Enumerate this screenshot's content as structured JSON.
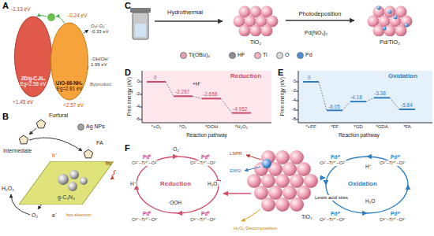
{
  "diagram": {
    "nodes": [
      {
        "text": [
          "2D/g-C₃N₄",
          "Eg=2.58 eV"
        ]
      },
      {
        "text": [
          "UiO-66-NH₂",
          "Eg=2.81 eV"
        ]
      },
      {
        "text": [
          "g-C₃N₄"
        ]
      },
      {
        "text": [
          "TiO₂"
        ]
      },
      {
        "text": [
          "Pd/TiO₂"
        ]
      }
    ],
    "edges": [
      {
        "from": 3,
        "to": 4,
        "label": "Photodeposition",
        "arrow": "to"
      }
    ],
    "labels": [
      "A",
      "-1.13 eV",
      "-0.24 eV",
      "O₂/·O₂⁻ -0.33 eV",
      "·OH/OH⁻ 1.99 eV",
      "Byproduct",
      "+1.45 eV",
      "+2.57 eV",
      "B",
      "Furfural",
      "Intermediate",
      "FA",
      "h⁺",
      "hν",
      "H₂O₂",
      "O₂",
      "e⁻",
      "hot electron",
      "C",
      "Hydrothermal",
      "Pd(NO₃)₂",
      "D",
      "Reduction",
      "Free energy (eV)",
      "0",
      "-2",
      "-4",
      "-6",
      "0",
      "-2.287",
      "-2.658",
      "-4.952",
      "+H⁺",
      "*+O₂",
      "*O₂",
      "*OOH",
      "*H₂O₂",
      "Reaction pathway",
      "E",
      "Oxidation",
      "Free energy (eV)",
      "0",
      "-2",
      "-4",
      "-6",
      "-8",
      "0",
      "-6.05",
      "-4.18",
      "-3.38",
      "-5.84",
      "*+FF",
      "*FF",
      "*GD",
      "*GDA",
      "*FA",
      "Reaction pathway",
      "F",
      "Reduction",
      "Oxidation",
      "·O₂⁻",
      "H⁺",
      "·OOH",
      "H₂O₂",
      "LSPR",
      "EMSI",
      "TiO₂",
      "H₂O₂ Decomposition",
      "Lewis acid sites",
      "H₂O",
      "H⁺",
      "Pd⁰",
      "O²⁻–Ti⁴⁺–O²⁻",
      "Pd⁰",
      "O²⁻–Ti⁴⁺–O²⁻",
      "Pd⁰",
      "O²⁻–Ti⁴⁺–O²⁻",
      "Pd⁰",
      "O²⁻–Ti⁴⁺–O²⁻",
      "Pd²⁺",
      "O²⁻–Ti⁴⁺–O²⁻",
      "Pd²⁺",
      "O²⁻–Ti⁴⁺–O²⁻",
      "Pd²⁺",
      "O²⁻–Ti⁴⁺–O²⁻",
      "Pd²⁺",
      "O²⁻–Ti⁴⁺–O²⁻"
    ],
    "legend": [
      {
        "text": "Ti(OBu)₄",
        "color": "#e8a0b4"
      },
      {
        "text": "HF",
        "color": "#8e8e8e"
      },
      {
        "text": "Ti",
        "color": "#f4b6c2"
      },
      {
        "text": "O",
        "color": "#dcdcdc"
      },
      {
        "text": "Pd",
        "color": "#4a90d9"
      },
      {
        "text": "Ag NPs",
        "color": "#a0a0a0"
      }
    ]
  }
}
